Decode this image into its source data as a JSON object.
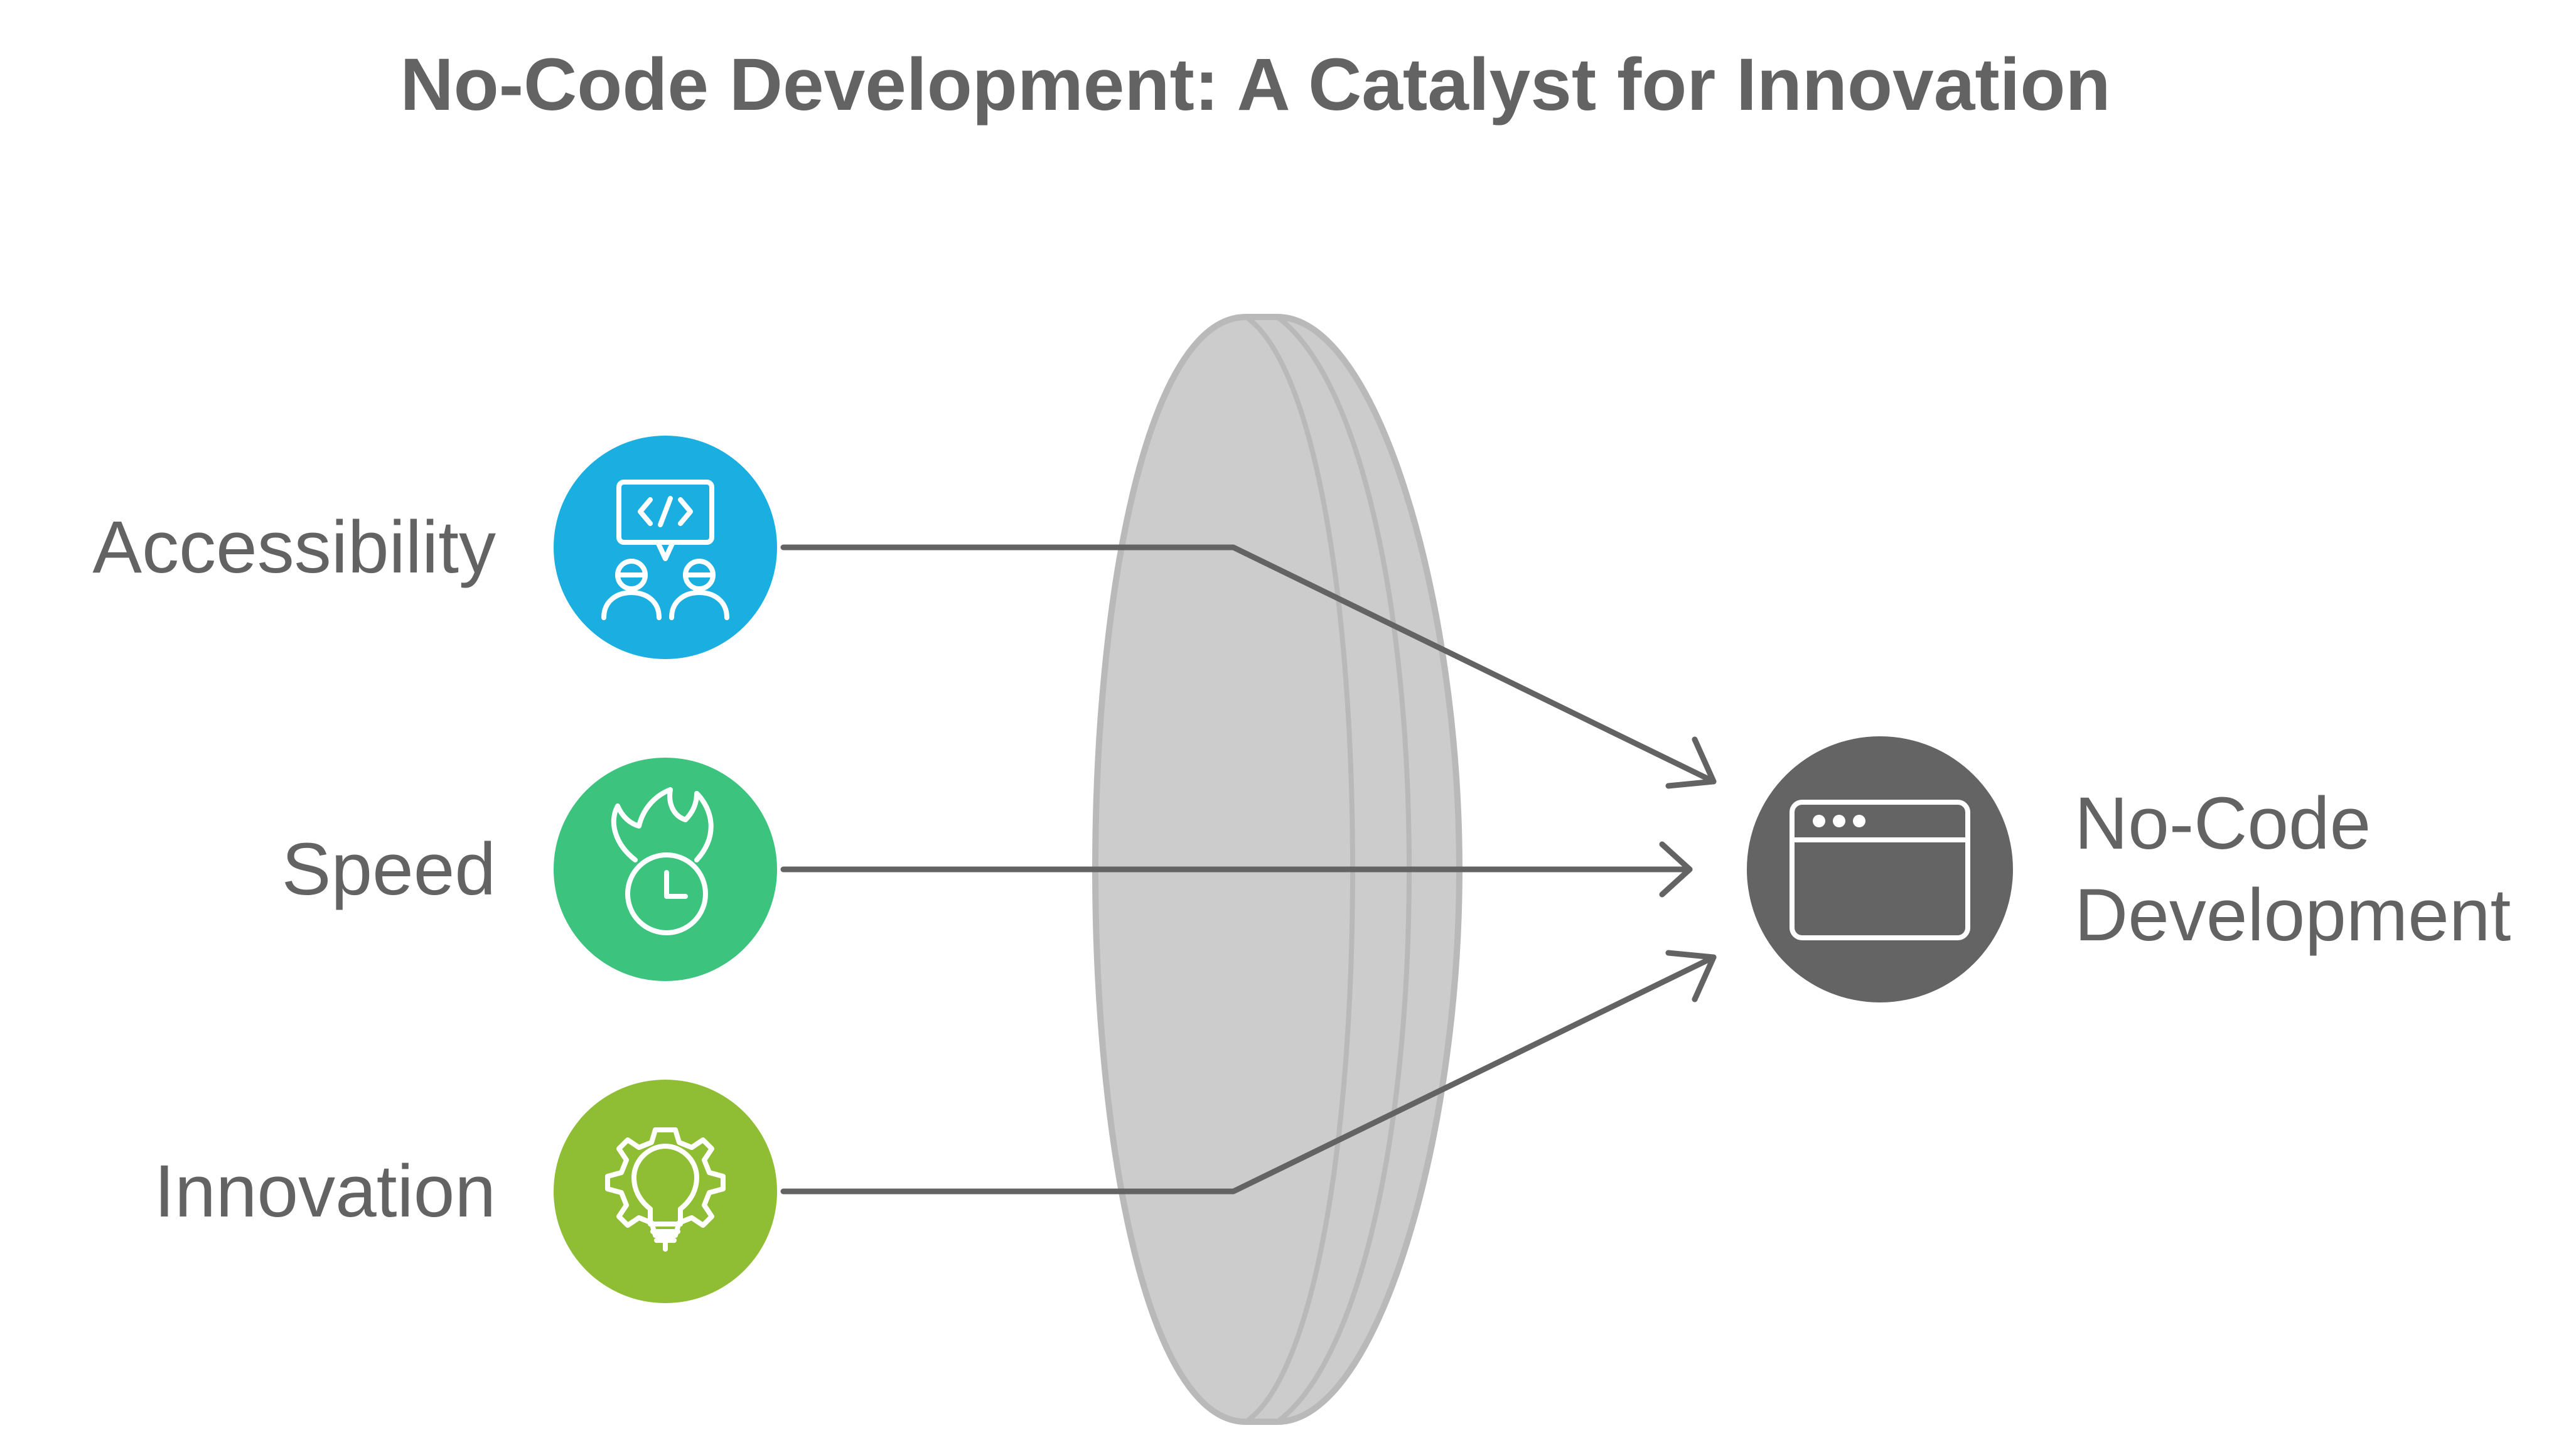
{
  "title": "No-Code Development: A Catalyst for Innovation",
  "inputs": [
    {
      "label": "Accessibility",
      "icon": "code-chat-people-icon",
      "color": "#1AAFE0"
    },
    {
      "label": "Speed",
      "icon": "fire-clock-icon",
      "color": "#3CC47F"
    },
    {
      "label": "Innovation",
      "icon": "lightbulb-gear-icon",
      "color": "#8FBE34"
    }
  ],
  "lens": {
    "color": "#CCCCCC",
    "edge_color": "#B9B9B9"
  },
  "output": {
    "label_line1": "No-Code",
    "label_line2": "Development",
    "icon": "browser-window-icon",
    "color": "#646464"
  },
  "connector_color": "#636363"
}
